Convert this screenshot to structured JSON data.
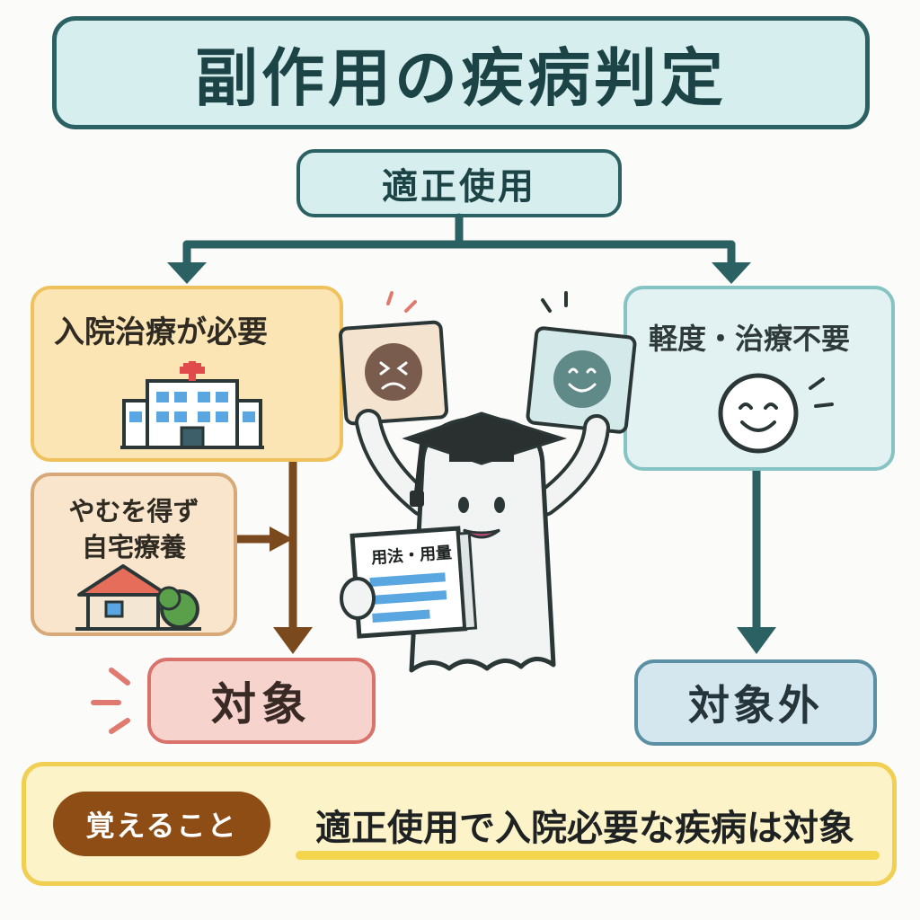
{
  "title": "副作用の疾病判定",
  "top_node": {
    "label": "適正使用"
  },
  "left_branch": {
    "label": "入院治療が必要",
    "icon": "hospital-icon",
    "accent": "#efc25e"
  },
  "sub_branch": {
    "line1": "やむを得ず",
    "line2": "自宅療養",
    "icon": "house-icon",
    "accent": "#d8a978"
  },
  "right_branch": {
    "label": "軽度・治療不要",
    "icon": "smile-face-icon",
    "accent": "#86c4c3"
  },
  "outcome_target": {
    "label": "対象",
    "accent": "#d9726a"
  },
  "outcome_nontarget": {
    "label": "対象外",
    "accent": "#5b8fa3"
  },
  "mascot": {
    "icon": "ghost-graduate-icon",
    "card_sad_icon": "sad-face-icon",
    "card_happy_icon": "happy-face-icon",
    "book_label": "用法・用量"
  },
  "memo": {
    "badge": "覚えること",
    "sentence": "適正使用で入院必要な疾病は対象",
    "accent": "#f1cf52"
  }
}
